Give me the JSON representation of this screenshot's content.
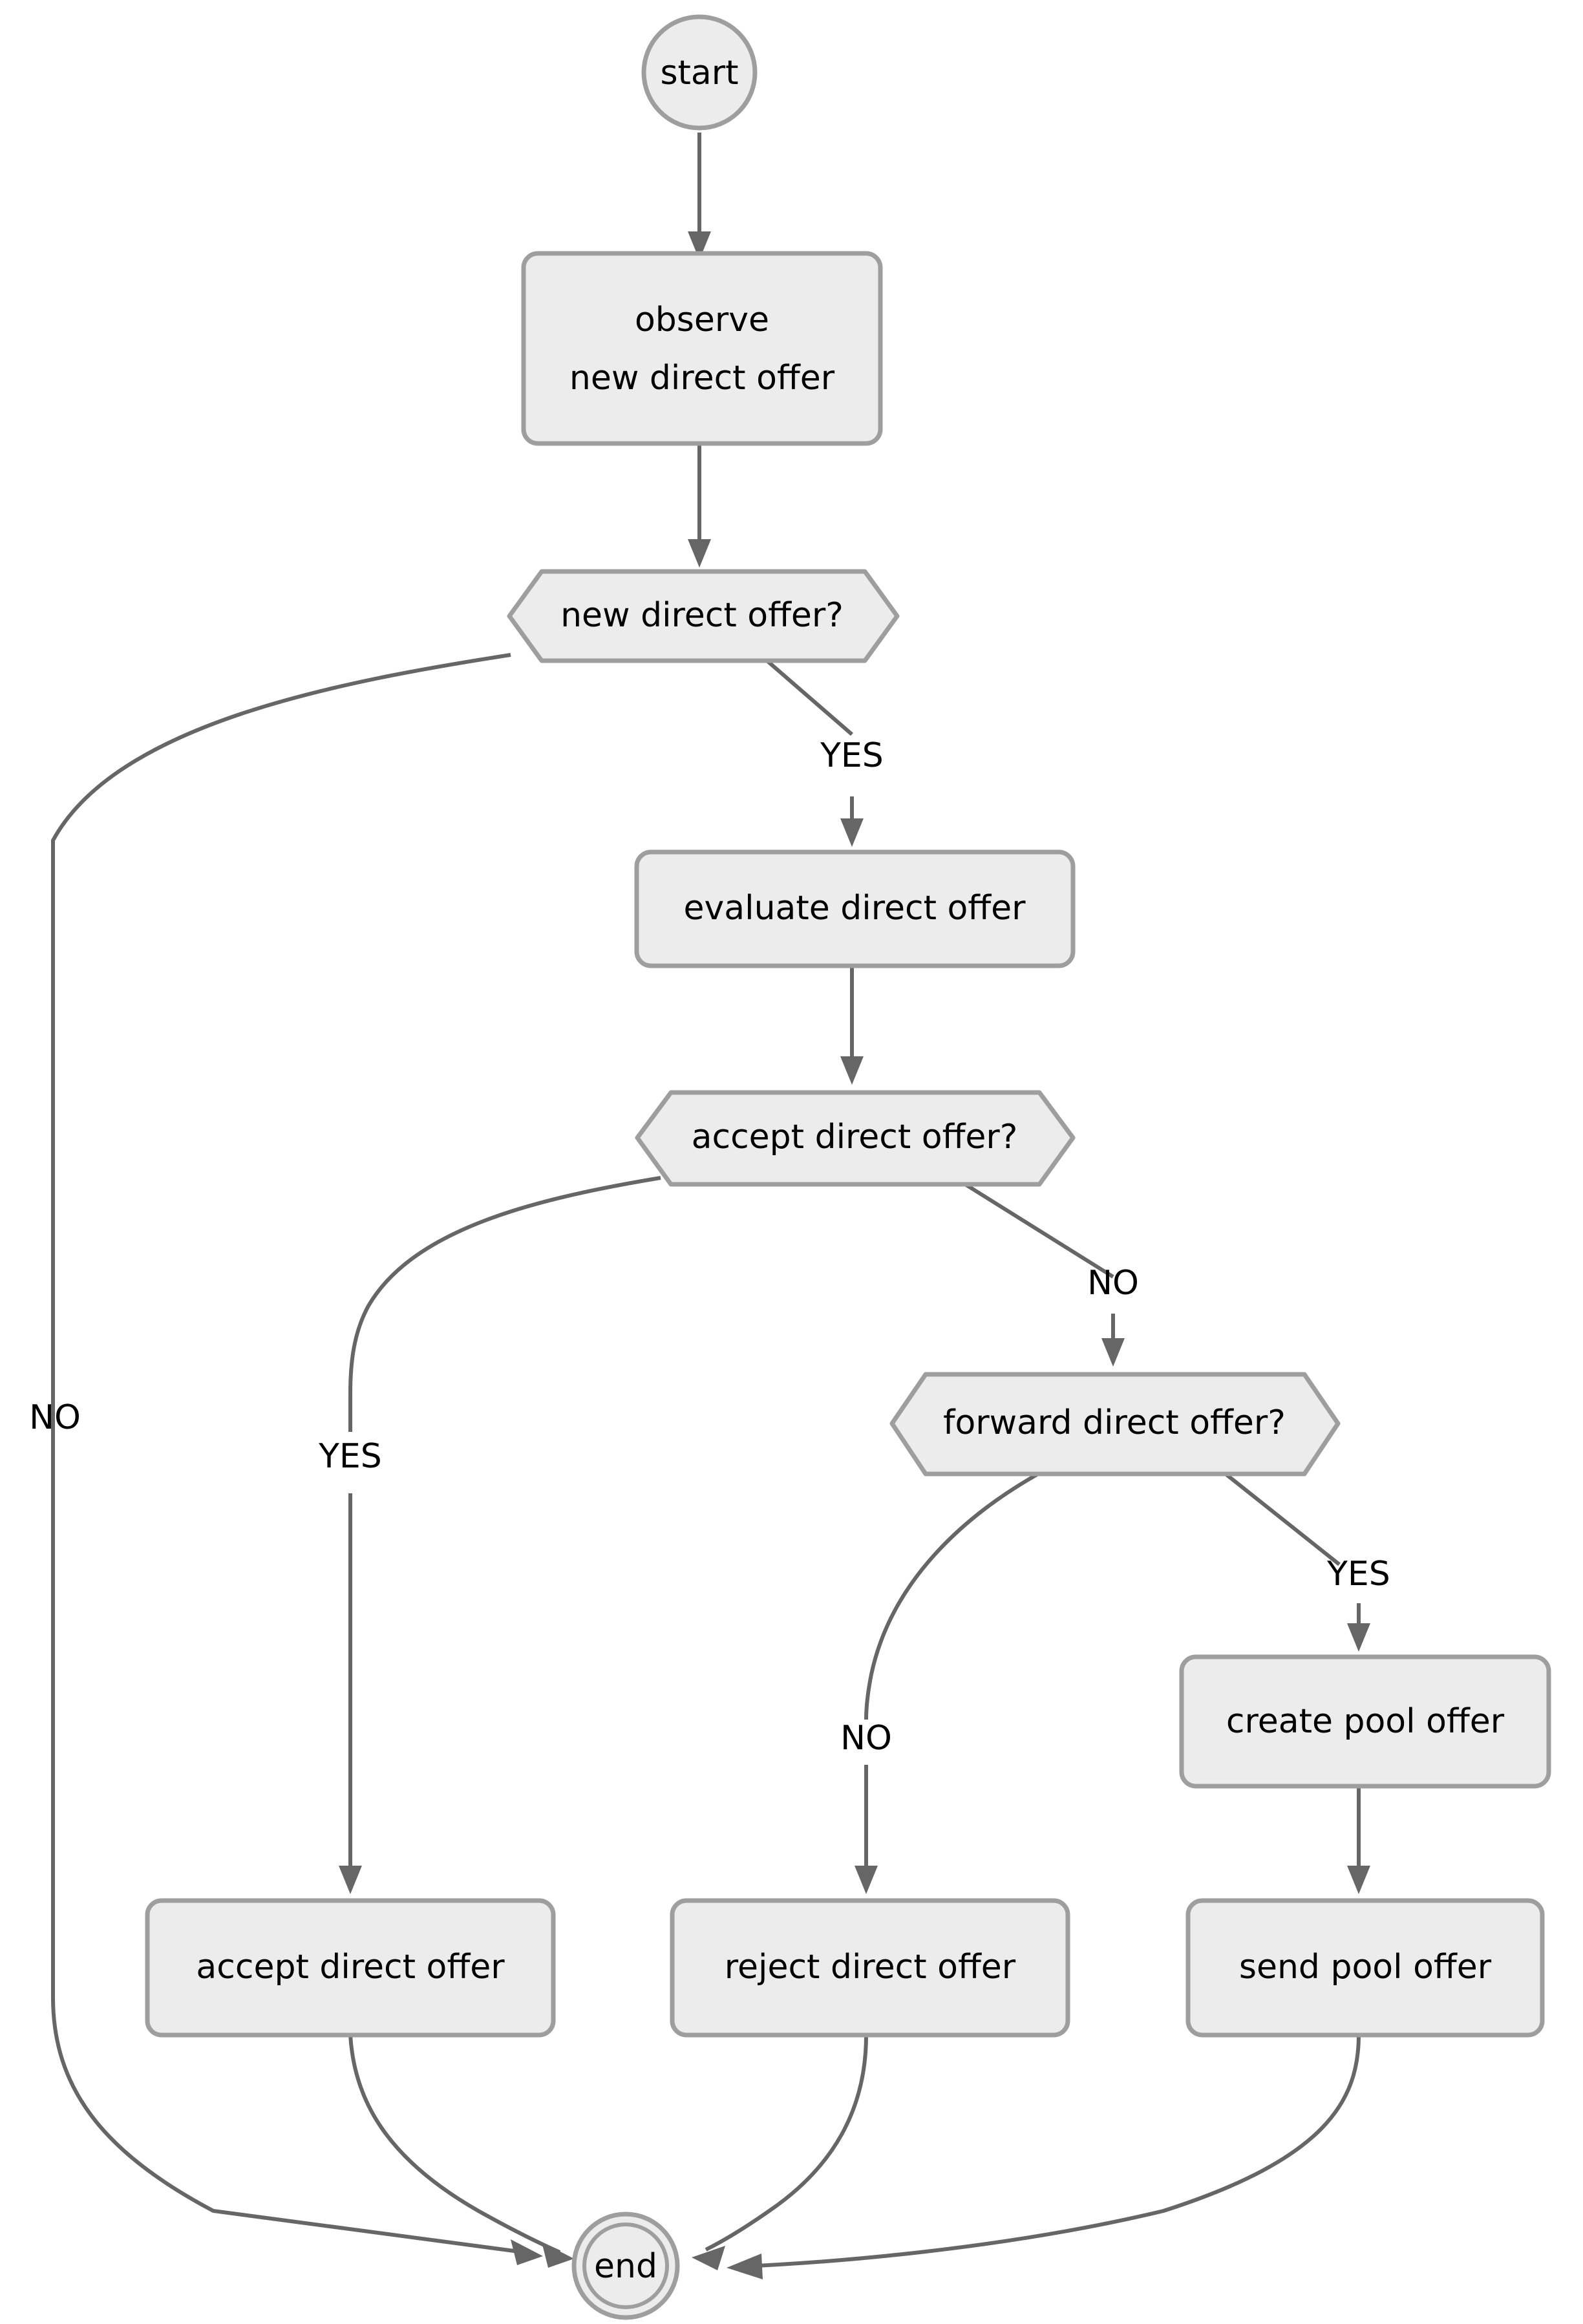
{
  "diagram": {
    "type": "flowchart",
    "orientation": "top-to-bottom",
    "palette": {
      "node_fill": "#ececec",
      "node_stroke": "#9e9e9e",
      "edge_stroke": "#666666",
      "text": "#000000",
      "background": "#ffffff"
    },
    "nodes": [
      {
        "id": "start",
        "kind": "terminator-start",
        "label": "start"
      },
      {
        "id": "observe",
        "kind": "process",
        "label_line1": "observe",
        "label_line2": "new direct offer"
      },
      {
        "id": "new_direct_offer",
        "kind": "decision",
        "label": "new direct offer?"
      },
      {
        "id": "evaluate",
        "kind": "process",
        "label": "evaluate direct offer"
      },
      {
        "id": "accept_q",
        "kind": "decision",
        "label": "accept direct offer?"
      },
      {
        "id": "forward_q",
        "kind": "decision",
        "label": "forward direct offer?"
      },
      {
        "id": "create_pool",
        "kind": "process",
        "label": "create pool offer"
      },
      {
        "id": "accept_action",
        "kind": "process",
        "label": "accept direct offer"
      },
      {
        "id": "reject_action",
        "kind": "process",
        "label": "reject direct offer"
      },
      {
        "id": "send_pool",
        "kind": "process",
        "label": "send pool offer"
      },
      {
        "id": "end",
        "kind": "terminator-end",
        "label": "end"
      }
    ],
    "edges": [
      {
        "from": "start",
        "to": "observe",
        "label": ""
      },
      {
        "from": "observe",
        "to": "new_direct_offer",
        "label": ""
      },
      {
        "from": "new_direct_offer",
        "to": "evaluate",
        "label": "YES"
      },
      {
        "from": "new_direct_offer",
        "to": "end",
        "label": "NO"
      },
      {
        "from": "evaluate",
        "to": "accept_q",
        "label": ""
      },
      {
        "from": "accept_q",
        "to": "accept_action",
        "label": "YES"
      },
      {
        "from": "accept_q",
        "to": "forward_q",
        "label": "NO"
      },
      {
        "from": "forward_q",
        "to": "reject_action",
        "label": "NO"
      },
      {
        "from": "forward_q",
        "to": "create_pool",
        "label": "YES"
      },
      {
        "from": "create_pool",
        "to": "send_pool",
        "label": ""
      },
      {
        "from": "accept_action",
        "to": "end",
        "label": ""
      },
      {
        "from": "reject_action",
        "to": "end",
        "label": ""
      },
      {
        "from": "send_pool",
        "to": "end",
        "label": ""
      }
    ],
    "edge_labels": {
      "new_offer_no": "NO",
      "new_offer_yes": "YES",
      "accept_yes": "YES",
      "accept_no": "NO",
      "forward_no": "NO",
      "forward_yes": "YES"
    }
  }
}
